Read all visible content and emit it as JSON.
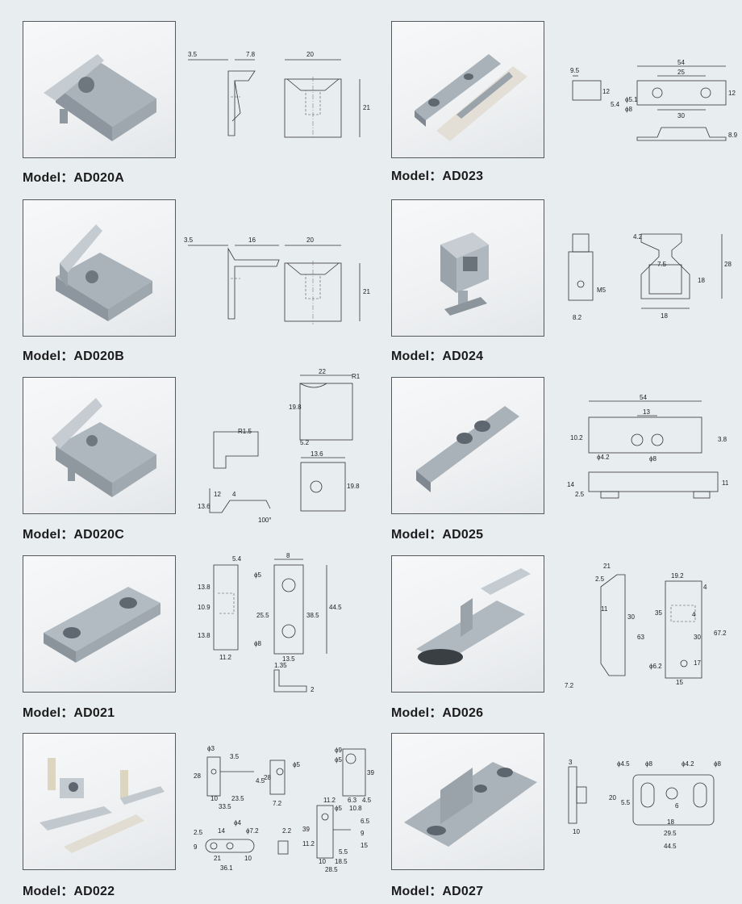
{
  "products": [
    {
      "model_label": "Model：AD020A",
      "dims": [
        "3.5",
        "7.8",
        "20",
        "21"
      ]
    },
    {
      "model_label": "Model：AD023",
      "dims": [
        "9.5",
        "54",
        "25",
        "30",
        "12",
        "12",
        "5.4",
        "ϕ5.1",
        "ϕ8",
        "8.9"
      ]
    },
    {
      "model_label": "Model：AD020B",
      "dims": [
        "3.5",
        "16",
        "20",
        "21"
      ]
    },
    {
      "model_label": "Model：AD024",
      "dims": [
        "4.2",
        "7.5",
        "28",
        "18",
        "M5",
        "18",
        "8.2"
      ]
    },
    {
      "model_label": "Model：AD020C",
      "dims": [
        "22",
        "R1",
        "19.8",
        "5.2",
        "R1.5",
        "13.6",
        "19.8",
        "13.6",
        "12",
        "4",
        "100°"
      ]
    },
    {
      "model_label": "Model：AD025",
      "dims": [
        "54",
        "13",
        "10.2",
        "3.8",
        "ϕ4.2",
        "ϕ8",
        "14",
        "2.5",
        "11"
      ]
    },
    {
      "model_label": "Model：AD021",
      "dims": [
        "5.4",
        "8",
        "ϕ5",
        "13.8",
        "10.9",
        "13.8",
        "25.5",
        "38.5",
        "44.5",
        "ϕ8",
        "11.2",
        "13.5",
        "1.35",
        "2"
      ]
    },
    {
      "model_label": "Model：AD026",
      "dims": [
        "21",
        "2.5",
        "11",
        "30",
        "63",
        "19.2",
        "4",
        "35",
        "4",
        "30",
        "67.2",
        "17",
        "ϕ6.2",
        "15",
        "7.2"
      ]
    },
    {
      "model_label": "Model：AD022",
      "dims": [
        "ϕ3",
        "3.5",
        "28",
        "4.5",
        "10",
        "23.5",
        "33.5",
        "ϕ5",
        "28",
        "7.2",
        "ϕ9",
        "ϕ5",
        "39",
        "6.3",
        "4.5",
        "10.8",
        "2.5",
        "14",
        "ϕ4",
        "ϕ7.2",
        "9",
        "21",
        "10",
        "36.1",
        "2.2",
        "39",
        "ϕ5",
        "11.2",
        "11.2",
        "6.5",
        "9",
        "15",
        "10",
        "18.5",
        "28.5",
        "5.5"
      ]
    },
    {
      "model_label": "Model：AD027",
      "dims": [
        "3",
        "10",
        "ϕ4.5",
        "ϕ8",
        "ϕ4.2",
        "ϕ8",
        "20",
        "5.5",
        "6",
        "18",
        "29.5",
        "44.5"
      ]
    }
  ],
  "colors": {
    "page_bg": "#e8edf0",
    "frame_border": "#55585c",
    "text": "#1b1b1b",
    "metal": "#b5bcc4"
  }
}
